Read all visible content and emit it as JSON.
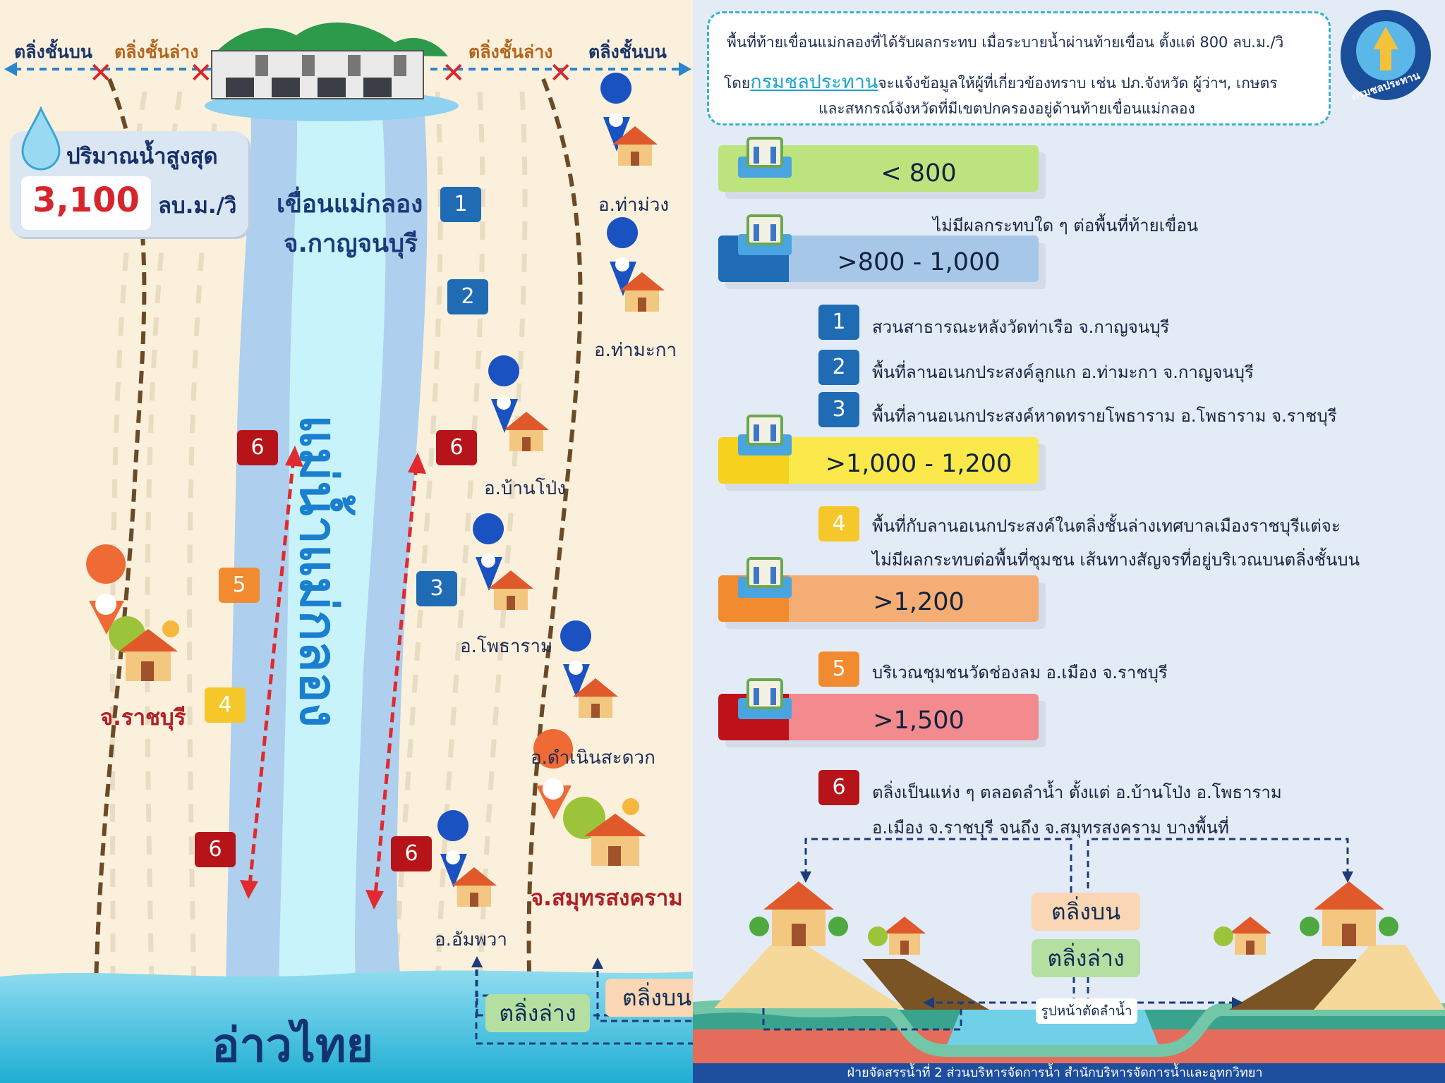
{
  "banks": {
    "upper": "ตลิ่งชั้นบน",
    "lower": "ตลิ่งชั้นล่าง"
  },
  "max_flow": {
    "title": "ปริมาณน้ำสูงสุด",
    "value": "3,100",
    "unit": "ลบ.ม./วิ"
  },
  "dam": {
    "line1": "เขื่อนแม่กลอง",
    "line2": "จ.กาญจนบุรี"
  },
  "river_name": "แม่น้ำแม่กลอง",
  "places": {
    "tha_muang": "อ.ท่าม่วง",
    "tha_maka": "อ.ท่ามะกา",
    "ban_pong": "อ.บ้านโป่ง",
    "photharam": "อ.โพธาราม",
    "damnoen": "อ.ดำเนินสะดวก",
    "amphawa": "อ.อัมพวา",
    "ratchaburi": "จ.ราชบุรี",
    "samut_songkhram": "จ.สมุทรสงคราม"
  },
  "gulf": "อ่าวไทย",
  "bank_tags": {
    "upper": "ตลิ่งบน",
    "lower": "ตลิ่งล่าง"
  },
  "cross_section_label": "รูปหน้าตัดลำน้ำ",
  "notice": {
    "line1": "พื้นที่ท้ายเขื่อนแม่กลองที่ได้รับผลกระทบ เมื่อระบายน้ำผ่านท้ายเขื่อน ตั้งแต่ 800 ลบ.ม./วิ",
    "line2_pre": "โดย",
    "line2_link": "กรมชลประทาน",
    "line2_post": "จะแจ้งข้อมูลให้ผู้ที่เกี่ยวข้องทราบ เช่น ปภ.จังหวัด ผู้ว่าฯ, เกษตร",
    "line3": "และสหกรณ์จังหวัดที่มีเขตปกครองอยู่ด้านท้ายเขื่อนแม่กลอง"
  },
  "logo_text": "กรมชลประทาน",
  "levels": [
    {
      "label": "< 800",
      "color": "#a9d86a",
      "light": "#bde37e"
    },
    {
      "label": ">800 - 1,000",
      "color": "#1f6cb5",
      "light": "#a7c7e8"
    },
    {
      "label": ">1,000 - 1,200",
      "color": "#f6d21e",
      "light": "#fbe94c"
    },
    {
      "label": ">1,200",
      "color": "#f28b30",
      "light": "#f4ad75"
    },
    {
      "label": ">1,500",
      "color": "#bf1218",
      "light": "#f28a8e"
    }
  ],
  "no_effect": "ไม่มีผลกระทบใด ๆ ต่อพื้นที่ท้ายเขื่อน",
  "items": [
    {
      "num": "1",
      "text": "สวนสาธารณะหลังวัดท่าเรือ จ.กาญจนบุรี"
    },
    {
      "num": "2",
      "text": "พื้นที่ลานอเนกประสงค์ลูกแก อ.ท่ามะกา จ.กาญจนบุรี"
    },
    {
      "num": "3",
      "text": "พื้นที่ลานอเนกประสงค์หาดทรายโพธาราม อ.โพธาราม จ.ราชบุรี"
    },
    {
      "num": "4",
      "text": "พื้นที่กับลานอเนกประสงค์ในตลิ่งชั้นล่างเทศบาลเมืองราชบุรีแต่จะ",
      "text2": "ไม่มีผลกระทบต่อพื้นที่ชุมชน เส้นทางสัญจรที่อยู่บริเวณบนตลิ่งชั้นบน"
    },
    {
      "num": "5",
      "text": "บริเวณชุมชนวัดช่องลม อ.เมือง จ.ราชบุรี"
    },
    {
      "num": "6",
      "text": "ตลิ่งเป็นแห่ง ๆ ตลอดลำน้ำ ตั้งแต่ อ.บ้านโป่ง อ.โพธาราม",
      "text2": "อ.เมือง จ.ราชบุรี จนถึง จ.สมุทรสงคราม บางพื้นที่"
    }
  ],
  "footer": "ฝ่ายจัดสรรน้ำที่ 2 ส่วนบริหารจัดการน้ำ สำนักบริหารจัดการน้ำและอุทกวิทยา"
}
